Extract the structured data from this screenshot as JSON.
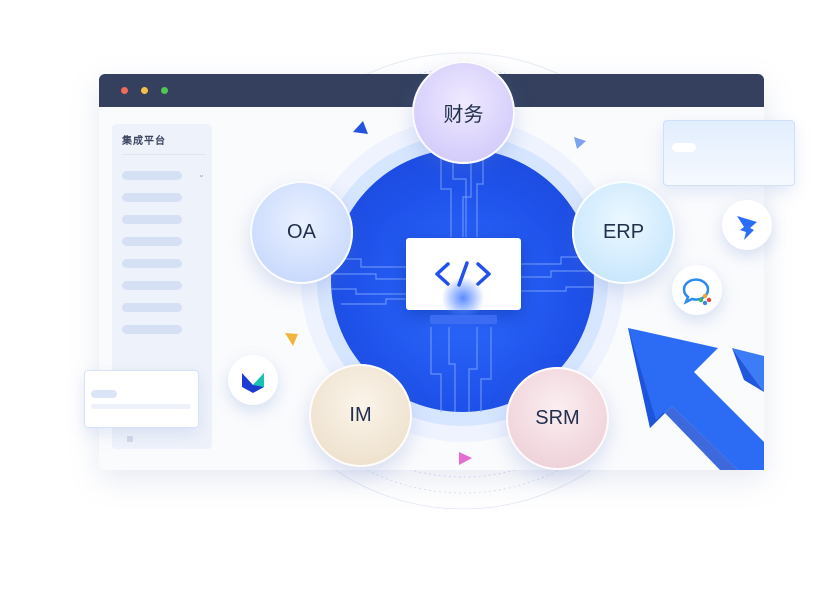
{
  "sidebar": {
    "title": "集成平台"
  },
  "nodes": {
    "finance": "财务",
    "oa": "OA",
    "erp": "ERP",
    "im": "IM",
    "srm": "SRM"
  },
  "center": {
    "icon": "code-icon"
  },
  "icons": {
    "dingtalk": "dingtalk-icon",
    "wecom": "wecom-chat-icon",
    "feishu": "feishu-icon",
    "arrow": "big-arrow-cursor"
  },
  "colors": {
    "titlebar": "#34405e",
    "accent": "#2050ea",
    "dot_red": "#f26a5c",
    "dot_yellow": "#f5bf47",
    "dot_green": "#53c651"
  }
}
